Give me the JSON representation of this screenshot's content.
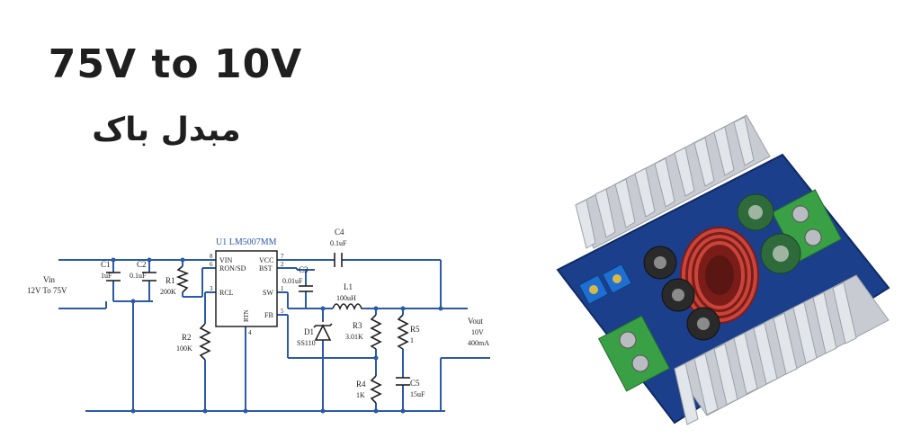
{
  "title": "75V to 10V",
  "subtitle": "مبدل باک",
  "colors": {
    "wire": "#2b5aa8",
    "component": "#222222",
    "pcb": "#1c3f8c",
    "heatsink": "#d0d3d8",
    "terminal": "#3aa046",
    "inductor": "#b4322a"
  },
  "schematic": {
    "ic": {
      "name": "U1  LM5007MM",
      "pins_left": [
        "VIN",
        "RON/SD",
        "RCL"
      ],
      "pins_right": [
        "VCC",
        "BST",
        "SW",
        "FB"
      ],
      "pin_bottom": "RTN",
      "pin_numbers": [
        "8",
        "6",
        "3",
        "7",
        "2",
        "1",
        "5",
        "4"
      ]
    },
    "input": {
      "label": "Vin",
      "value": "12V To 75V"
    },
    "output": {
      "label": "Vout",
      "value": "10V",
      "current": "400mA"
    },
    "components": [
      {
        "ref": "C1",
        "value": "1uF"
      },
      {
        "ref": "C2",
        "value": "0.1uF"
      },
      {
        "ref": "R1",
        "value": "200K"
      },
      {
        "ref": "R2",
        "value": "100K"
      },
      {
        "ref": "C3",
        "value": "0.01uF"
      },
      {
        "ref": "C4",
        "value": "0.1uF"
      },
      {
        "ref": "L1",
        "value": "100uH"
      },
      {
        "ref": "D1",
        "value": "SS110"
      },
      {
        "ref": "R3",
        "value": "3.01K"
      },
      {
        "ref": "R4",
        "value": "1K"
      },
      {
        "ref": "R5",
        "value": "1"
      },
      {
        "ref": "C5",
        "value": "15uF"
      }
    ]
  },
  "photo": {
    "alt": "DC-DC buck converter module photo"
  }
}
